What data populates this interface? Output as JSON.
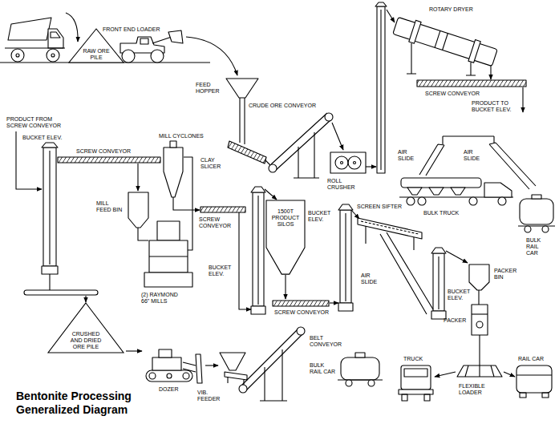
{
  "diagram": {
    "title": "Bentonite Processing Generalized Diagram",
    "nodes": [
      {
        "text": [
          "RAW ORE PILE"
        ]
      },
      {
        "text": [
          "1500T PRODUCT SILOS"
        ]
      },
      {
        "text": [
          "CRUSHED AND DRIED ORE PILE"
        ]
      }
    ],
    "labels": [
      "ROTARY DRYER",
      "FRONT END LOADER",
      "FEED HOPPER",
      "SCREW CONVEYOR",
      "CRUDE ORE CONVEYOR",
      "PRODUCT TO BUCKET ELEV.",
      "PRODUCT FROM SCREW CONVEYOR",
      "MILL CYCLONES",
      "BUCKET ELEV.",
      "SCREW CONVEYOR",
      "AIR SLIDE",
      "AIR SLIDE",
      "CLAY SLICER",
      "ROLL CRUSHER",
      "MILL FEED BIN",
      "SCREEN SIFTER",
      "BUCKET ELEV.",
      "SCREW CONVEYOR",
      "BULK TRUCK",
      "BULK RAIL CAR",
      "BUCKET ELEV.",
      "AIR SLIDE",
      "BUCKET ELEV.",
      "PACKER BIN",
      "(2) RAYMOND 66\" MILLS",
      "SCREW CONVEYOR",
      "PACKER",
      "BELT CONVEYOR",
      "TRUCK",
      "RAIL CAR",
      "BULK RAIL CAR",
      "FLEXIBLE LOADER",
      "DOZER",
      "VIB. FEEDER"
    ]
  }
}
